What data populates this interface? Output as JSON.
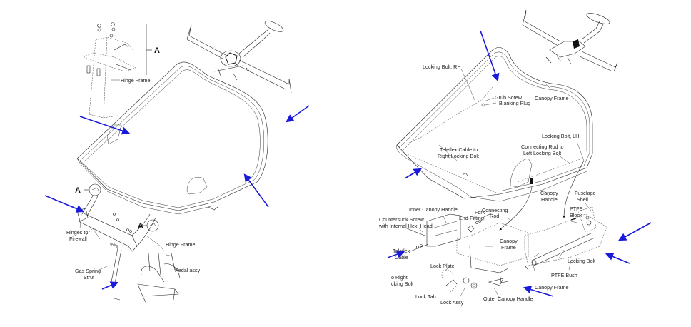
{
  "colors": {
    "annotation_arrow": "#1a1adb",
    "line": "#222222",
    "background": "#ffffff"
  },
  "left_panel": {
    "detail_marker": "A",
    "detail_marker_2": "A",
    "detail_marker_3": "A",
    "labels": {
      "hinge_frame_top": "Hinge Frame",
      "hinges_to_firewall_1": "Hinges to",
      "hinges_to_firewall_2": "Firewall",
      "gas_spring_1": "Gas Spring",
      "gas_spring_2": "Strut",
      "hinge_frame_bottom": "Hinge Frame",
      "pedal_assy": "Pedal assy"
    }
  },
  "right_panel": {
    "labels": {
      "locking_bolt_rh": "Locking Bolt, RH",
      "grub_screw": "Grub Screw",
      "blanking_plug": "Blanking Plug",
      "canopy_frame_top": "Canopy Frame",
      "locking_bolt_lh": "Locking Bolt, LH",
      "connecting_rod_left_1": "Connecting Rod to",
      "connecting_rod_left_2": "Left Locking Bolt",
      "teleflex_right_1": "Teleflex Cable to",
      "teleflex_right_2": "Right Locking Bolt",
      "canopy_handle_1": "Canopy",
      "canopy_handle_2": "Handle",
      "fuselage_shell_1": "Fuselage",
      "fuselage_shell_2": "Shell",
      "ptfe_block_1": "PTFE",
      "ptfe_block_2": "Block",
      "inner_canopy_handle": "Inner Canopy Handle",
      "fork_1": "Fork",
      "fork_2": "End-Fitting",
      "connecting_rod_1": "Connecting",
      "connecting_rod_2": "Rod",
      "countersunk_1": "Countersunk Screw",
      "countersunk_2": "with Internal Hex. Head",
      "teleflex_cable_1": "Teleflex",
      "teleflex_cable_2": "Cable",
      "to_right_1": "o Right",
      "to_right_2": "cking Bolt",
      "canopy_frame_mid_1": "Canopy",
      "canopy_frame_mid_2": "Frame",
      "lock_plate": "Lock Plate",
      "lock_tab": "Lock Tab",
      "lock_assy": "Lock Assy",
      "outer_canopy_handle": "Outer Canopy Handle",
      "canopy_frame_bottom": "Canopy Frame",
      "ptfe_bush": "PTFE Bush",
      "locking_bolt": "Locking Bolt"
    }
  }
}
